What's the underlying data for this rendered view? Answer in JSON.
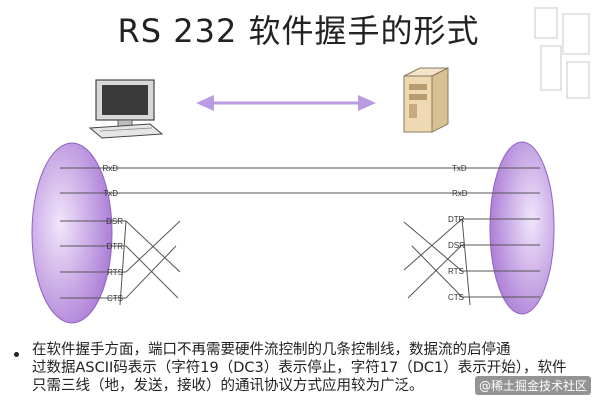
{
  "title": "RS 232 软件握手的形式",
  "left_signals": [
    "RxD",
    "TxD",
    "DSR",
    "DTR",
    "RTS",
    "CTS"
  ],
  "right_signals": [
    "TxD",
    "RxD",
    "DTR",
    "DSR",
    "RTS",
    "CTS"
  ],
  "paragraph": {
    "line1": "在软件握手方面，端口不再需要硬件流控制的几条控制线，数据流的启停通",
    "line2": "过数据ASCII码表示（字符19（DC3）表示停止，字符17（DC1）表示开始），软件",
    "line3": "只需三线（地，发送，接收）的通讯协议方式应用较为广泛。"
  },
  "watermark": "@稀土掘金技术社区",
  "colors": {
    "ellipse": "#b48cd8",
    "arrow": "#b89be0",
    "wire": "#555555"
  }
}
